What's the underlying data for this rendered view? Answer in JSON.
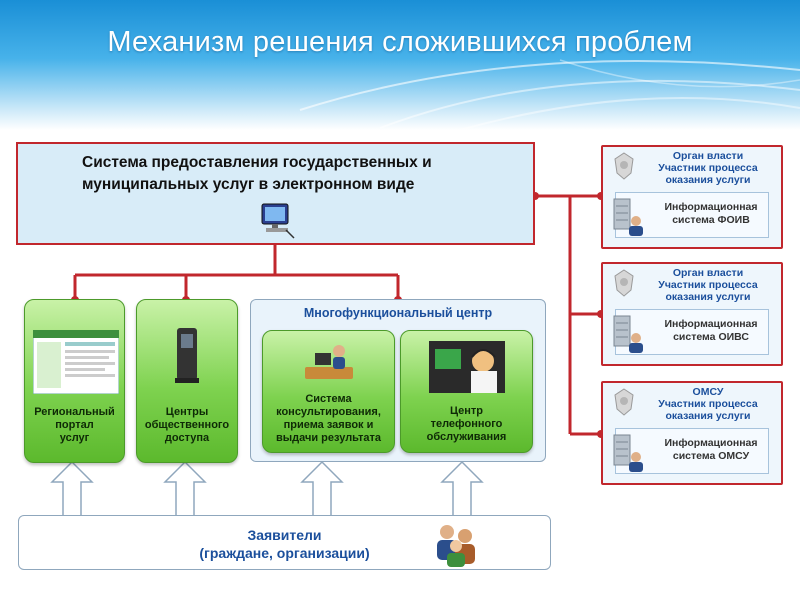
{
  "title": "Механизм решения сложившихся проблем",
  "main_system": {
    "line1": "Система предоставления государственных и",
    "line2": "муниципальных услуг в электронном виде"
  },
  "channels": [
    {
      "lines": [
        "Региональный",
        "портал",
        "услуг"
      ]
    },
    {
      "lines": [
        "Центры",
        "общественного",
        "доступа"
      ]
    }
  ],
  "mfc": {
    "title": "Многофункциональный центр",
    "items": [
      {
        "lines": [
          "Система",
          "консультирования,",
          "приема заявок и",
          "выдачи результата"
        ]
      },
      {
        "lines": [
          "Центр",
          "телефонного",
          "обслуживания"
        ]
      }
    ]
  },
  "authorities": [
    {
      "title_lines": [
        "Орган власти",
        "Участник процесса",
        "оказания услуги"
      ],
      "system_lines": [
        "Информационная",
        "система ФОИВ"
      ]
    },
    {
      "title_lines": [
        "Орган власти",
        "Участник процесса",
        "оказания услуги"
      ],
      "system_lines": [
        "Информационная",
        "система ОИВС"
      ]
    },
    {
      "title_lines": [
        "ОМСУ",
        "Участник процесса",
        "оказания услуги"
      ],
      "system_lines": [
        "Информационная",
        "система ОМСУ"
      ]
    }
  ],
  "applicants": {
    "line1": "Заявители",
    "line2": "(граждане, организации)"
  },
  "colors": {
    "accent_red": "#c1272d",
    "header_blue": "#1a8fd6",
    "text_blue": "#1b4f9c",
    "green": "#7ed24f"
  }
}
